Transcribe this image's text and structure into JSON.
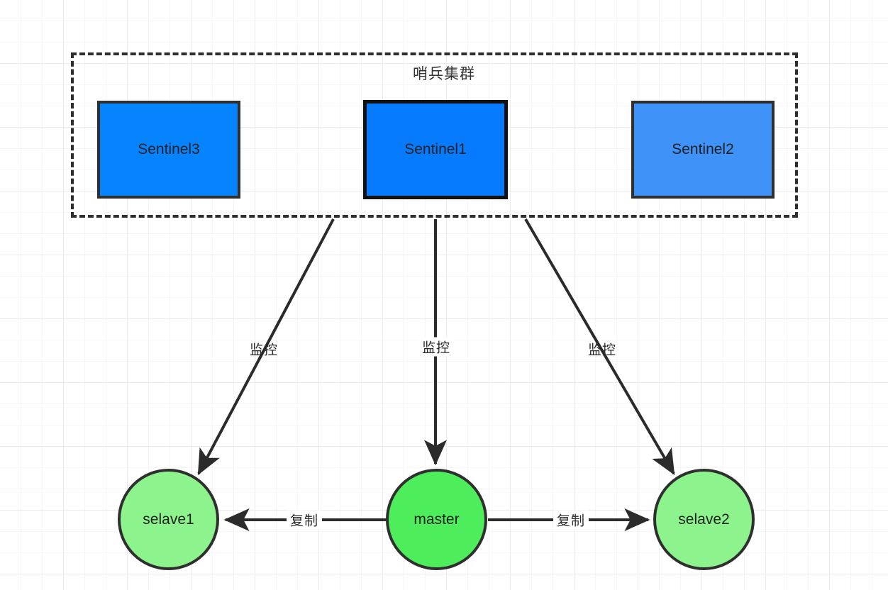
{
  "diagram": {
    "title": "哨兵集群",
    "background": "#ffffff",
    "grid_color": "#ececec"
  },
  "cluster": {
    "label": "哨兵集群",
    "style": "dashed",
    "border_color": "#2e2e2e",
    "nodes": [
      {
        "id": "sentinel3",
        "label": "Sentinel3",
        "shape": "rect",
        "fill": "#0584fe",
        "stroke": "#2f2f2f"
      },
      {
        "id": "sentinel1",
        "label": "Sentinel1",
        "shape": "rect",
        "fill": "#077bfe",
        "stroke": "#111111"
      },
      {
        "id": "sentinel2",
        "label": "Sentinel2",
        "shape": "rect",
        "fill": "#3f92f7",
        "stroke": "#2f2f2f"
      }
    ]
  },
  "redis_nodes": [
    {
      "id": "slave1",
      "label": "selave1",
      "shape": "circle",
      "fill": "#8df48d",
      "stroke": "#2f2f2f"
    },
    {
      "id": "master",
      "label": "master",
      "shape": "circle",
      "fill": "#4ded5c",
      "stroke": "#2f2f2f"
    },
    {
      "id": "slave2",
      "label": "selave2",
      "shape": "circle",
      "fill": "#8df48d",
      "stroke": "#2f2f2f"
    }
  ],
  "edges": [
    {
      "id": "monitor-slave1",
      "from": "cluster",
      "to": "slave1",
      "label": "监控",
      "arrow": "end"
    },
    {
      "id": "monitor-master",
      "from": "cluster",
      "to": "master",
      "label": "监控",
      "arrow": "end"
    },
    {
      "id": "monitor-slave2",
      "from": "cluster",
      "to": "slave2",
      "label": "监控",
      "arrow": "end"
    },
    {
      "id": "replicate-slave1",
      "from": "master",
      "to": "slave1",
      "label": "复制",
      "arrow": "end"
    },
    {
      "id": "replicate-slave2",
      "from": "master",
      "to": "slave2",
      "label": "复制",
      "arrow": "end"
    }
  ]
}
